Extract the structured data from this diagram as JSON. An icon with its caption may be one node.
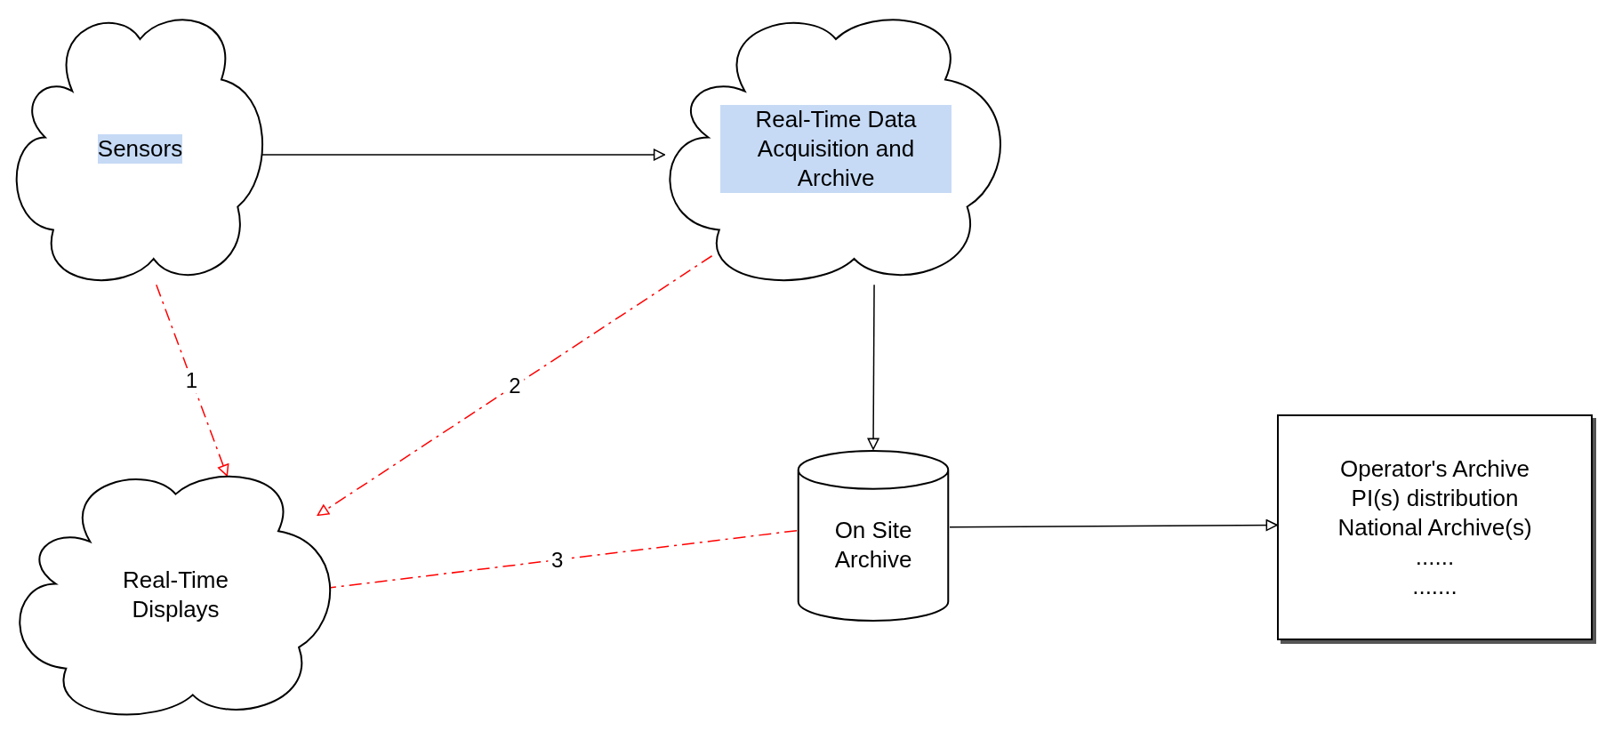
{
  "diagram": {
    "nodes": [
      {
        "text": [
          "Sensors"
        ]
      },
      {
        "text": [
          "Real-Time Data Acquisition and Archive"
        ]
      },
      {
        "text": [
          "Real-Time Displays"
        ]
      },
      {
        "text": [
          "On Site Archive"
        ]
      },
      {
        "text": [
          "Operator's Archive",
          "PI(s) distribution",
          "National Archive(s)",
          "......",
          "......."
        ]
      }
    ],
    "edges": [
      {
        "from": 0,
        "to": 1,
        "arrow": "to"
      },
      {
        "from": 1,
        "to": 3,
        "arrow": "to"
      },
      {
        "from": 3,
        "to": 4,
        "arrow": "to"
      },
      {
        "from": 0,
        "to": 2,
        "arrow": "to",
        "label": "1",
        "style": "dashed",
        "color": "#ff0000"
      },
      {
        "from": 1,
        "to": 2,
        "arrow": "to",
        "label": "2",
        "style": "dashed",
        "color": "#ff0000"
      },
      {
        "from": 3,
        "to": 2,
        "arrow": "to",
        "label": "3",
        "style": "dashed",
        "color": "#ff0000"
      }
    ]
  }
}
